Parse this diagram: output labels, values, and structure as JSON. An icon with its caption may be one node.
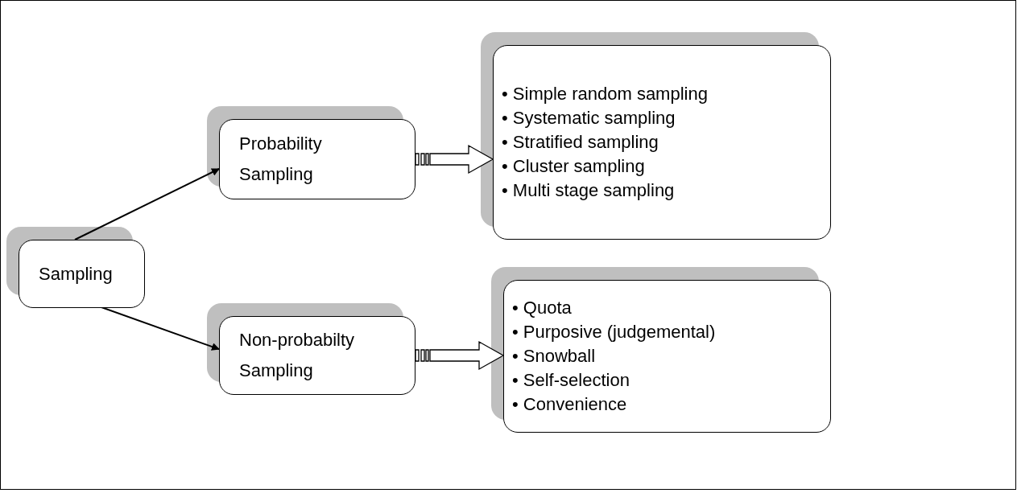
{
  "diagram": {
    "nodes": [
      {
        "text": [
          "Sampling"
        ]
      },
      {
        "text": [
          "Probability Sampling"
        ]
      },
      {
        "text": [
          "• Simple random sampling",
          "• Systematic sampling",
          "• Stratified sampling",
          "• Cluster sampling",
          "• Multi stage sampling"
        ]
      },
      {
        "text": [
          "Non-probabilty Sampling"
        ]
      },
      {
        "text": [
          "• Quota",
          "• Purposive (judgemental)",
          "• Snowball",
          "• Self-selection",
          "• Convenience"
        ]
      }
    ],
    "edges": [
      {
        "from": 0,
        "to": 1,
        "arrow": "to"
      },
      {
        "from": 0,
        "to": 3,
        "arrow": "to"
      },
      {
        "from": 1,
        "to": 2,
        "arrow": "to",
        "style": "thick"
      },
      {
        "from": 3,
        "to": 4,
        "arrow": "to",
        "style": "thick"
      }
    ]
  }
}
